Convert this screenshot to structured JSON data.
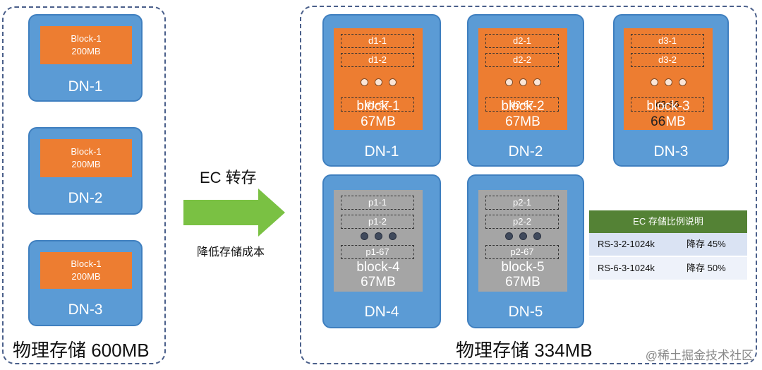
{
  "source": {
    "title": "物理存储 600MB",
    "nodes": [
      {
        "label": "DN-1",
        "block_name": "Block-1",
        "block_size": "200MB"
      },
      {
        "label": "DN-2",
        "block_name": "Block-1",
        "block_size": "200MB"
      },
      {
        "label": "DN-3",
        "block_name": "Block-1",
        "block_size": "200MB"
      }
    ]
  },
  "arrow": {
    "label": "EC 转存",
    "sublabel": "降低存储成本",
    "color": "#7ac143"
  },
  "target": {
    "title": "物理存储 334MB",
    "nodes": [
      {
        "label": "DN-1",
        "kind": "data",
        "slices": [
          "d1-1",
          "d1-2",
          "d1-67"
        ],
        "block_name": "block-1",
        "block_size": "67MB"
      },
      {
        "label": "DN-2",
        "kind": "data",
        "slices": [
          "d2-1",
          "d2-2",
          "d2-67"
        ],
        "block_name": "block-2",
        "block_size": "67MB"
      },
      {
        "label": "DN-3",
        "kind": "data",
        "slices": [
          "d3-1",
          "d3-2",
          "d3-66"
        ],
        "block_name": "block-3",
        "block_size_num": "66",
        "block_size_unit": "MB"
      },
      {
        "label": "DN-4",
        "kind": "parity",
        "slices": [
          "p1-1",
          "p1-2",
          "p1-67"
        ],
        "block_name": "block-4",
        "block_size": "67MB"
      },
      {
        "label": "DN-5",
        "kind": "parity",
        "slices": [
          "p2-1",
          "p2-2",
          "p2-67"
        ],
        "block_name": "block-5",
        "block_size": "67MB"
      }
    ]
  },
  "ratio_table": {
    "header": "EC 存储比例说明",
    "rows": [
      {
        "policy": "RS-3-2-1024k",
        "saving": "降存 45%"
      },
      {
        "policy": "RS-6-3-1024k",
        "saving": "降存 50%"
      }
    ]
  },
  "colors": {
    "node_blue": "#5b9bd5",
    "data_orange": "#ed7d31",
    "parity_gray": "#a5a5a5",
    "table_green": "#548235",
    "group_border": "#4a5f8a"
  },
  "watermark": "@稀土掘金技术社区"
}
